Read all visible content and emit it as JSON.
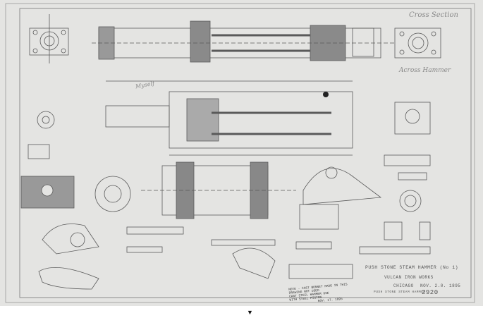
{
  "drawing": {
    "title": "PUSH STONE STEAM HAMMER (No 1)",
    "company": "VULCAN IRON WORKS",
    "city": "CHICAGO",
    "date": "NOV. 2.0. 1895",
    "drawing_number": "2920",
    "subtitle": "PUSH STONE STEAM HAMMER",
    "note_lines": [
      "NOTE - CAST BONNET MADE IN THIS",
      "DRAWING NOT USED",
      "CAST STEEL HAMMER USE",
      "WITH STEEL PISTON",
      "NOV. 17. 1895"
    ],
    "handwritten_top": "Cross Section",
    "handwritten_mid": "Across Hammer",
    "handwritten_left": "Myself"
  },
  "viewer": {
    "marker_icon": "triangle-down-icon",
    "marker": "▼"
  },
  "colors": {
    "paper": "#e4e4e2",
    "ink": "#5a5a5a"
  }
}
